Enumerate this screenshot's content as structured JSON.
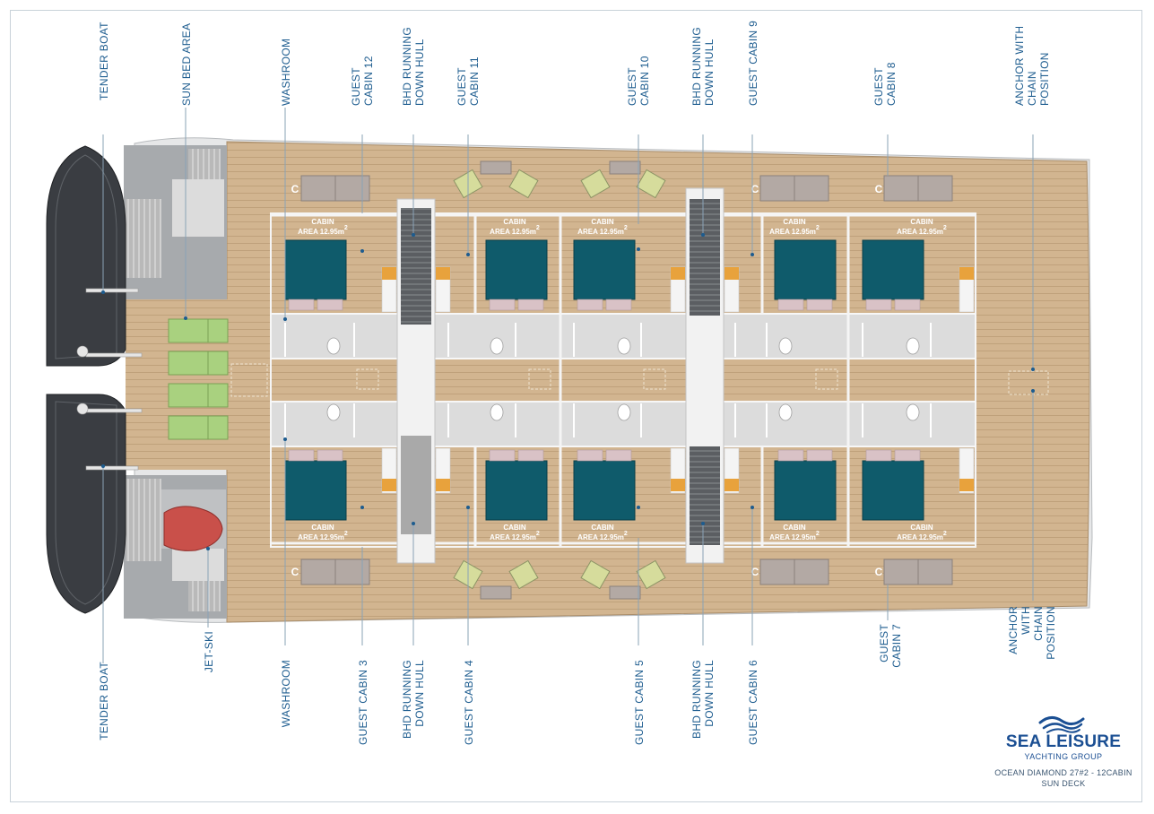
{
  "labels": {
    "tender_top": "TENDER BOAT",
    "tender_bottom": "TENDER BOAT",
    "sun_bed": "SUN BED AREA",
    "jet_ski": "JET-SKI",
    "washroom_top": "WASHROOM",
    "washroom_bottom": "WASHROOM",
    "gc12": [
      "GUEST",
      "CABIN 12"
    ],
    "bhd_top_left": [
      "BHD RUNNING",
      "DOWN HULL"
    ],
    "gc11": [
      "GUEST",
      "CABIN 11"
    ],
    "gc10": [
      "GUEST",
      "CABIN 10"
    ],
    "bhd_top_right": [
      "BHD RUNNING",
      "DOWN HULL"
    ],
    "gc9": "GUEST CABIN 9",
    "gc8": [
      "GUEST",
      "CABIN 8"
    ],
    "anchor_top": [
      "ANCHOR WITH",
      "CHAIN",
      "POSITION"
    ],
    "gc3": "GUEST CABIN 3",
    "bhd_bottom_left": [
      "BHD RUNNING",
      "DOWN HULL"
    ],
    "gc4": "GUEST CABIN 4",
    "gc5": "GUEST CABIN 5",
    "bhd_bottom_right": [
      "BHD RUNNING",
      "DOWN HULL"
    ],
    "gc6": "GUEST CABIN 6",
    "gc7": [
      "GUEST",
      "CABIN 7"
    ],
    "anchor_bottom": [
      "ANCHOR",
      "WITH",
      "CHAIN",
      "POSITION"
    ]
  },
  "cabin_label": [
    "CABIN",
    "AREA 12.95m"
  ],
  "cabin_superscript": "2",
  "chair_letter": "C",
  "brand": {
    "name": "SEA LEISURE",
    "subtitle": "YACHTING GROUP",
    "model": "OCEAN DIAMOND 27#2 - 12CABIN",
    "deck": "SUN DECK"
  },
  "colors": {
    "deck_wood": "#d2b590",
    "bed": "#0f5b6b",
    "sunbed": "#a9d17f",
    "tender": "#3a3d42",
    "jetski": "#c9504a",
    "label": "#1d5c8f",
    "bathroom": "#dcdcdc"
  }
}
